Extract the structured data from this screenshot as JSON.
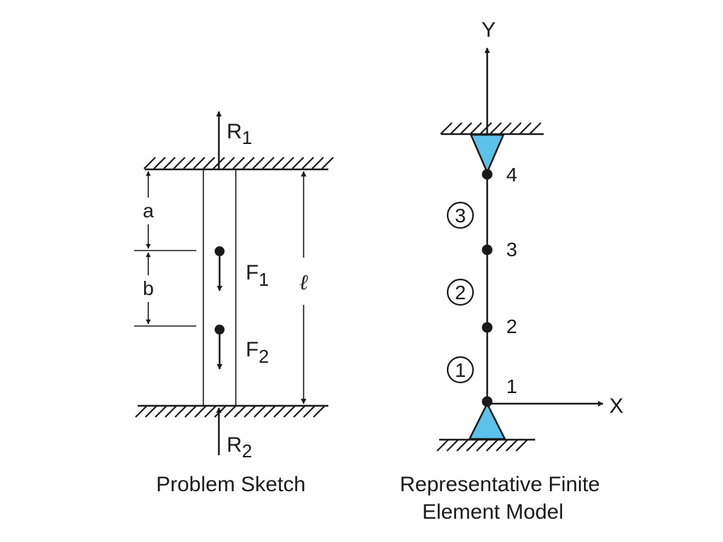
{
  "sketch": {
    "caption": "Problem Sketch",
    "reaction_top": {
      "main": "R",
      "sub": "1"
    },
    "reaction_bottom": {
      "main": "R",
      "sub": "2"
    },
    "dim_a": "a",
    "dim_b": "b",
    "length": "ℓ",
    "force1": {
      "main": "F",
      "sub": "1"
    },
    "force2": {
      "main": "F",
      "sub": "2"
    }
  },
  "model": {
    "caption_line1": "Representative Finite",
    "caption_line2": "Element Model",
    "axis_x": "X",
    "axis_y": "Y",
    "nodes": [
      "1",
      "2",
      "3",
      "4"
    ],
    "elements": [
      "1",
      "2",
      "3"
    ]
  },
  "colors": {
    "support_fill": "#5bc2ec",
    "ink": "#1a1a1a"
  }
}
